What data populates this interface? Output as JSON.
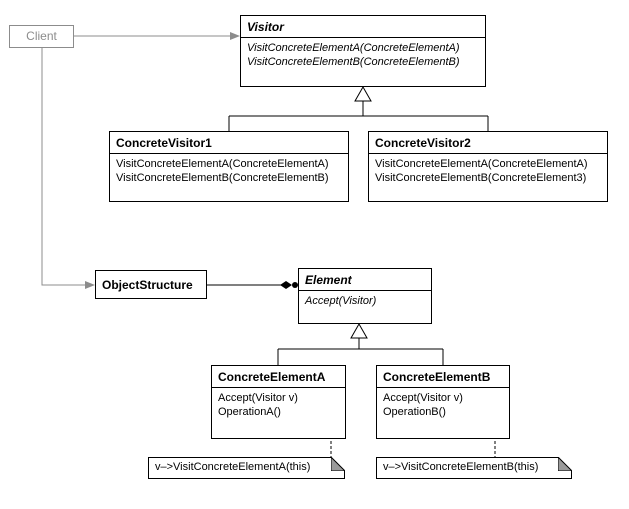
{
  "client": {
    "label": "Client"
  },
  "visitor": {
    "name": "Visitor",
    "operations": [
      "VisitConcreteElementA(ConcreteElementA)",
      "VisitConcreteElementB(ConcreteElementB)"
    ]
  },
  "concrete_visitor_1": {
    "name": "ConcreteVisitor1",
    "operations": [
      "VisitConcreteElementA(ConcreteElementA)",
      "VisitConcreteElementB(ConcreteElementB)"
    ]
  },
  "concrete_visitor_2": {
    "name": "ConcreteVisitor2",
    "operations": [
      "VisitConcreteElementA(ConcreteElementA)",
      "VisitConcreteElementB(ConcreteElement3)"
    ]
  },
  "object_structure": {
    "name": "ObjectStructure"
  },
  "element": {
    "name": "Element",
    "operations": [
      "Accept(Visitor)"
    ]
  },
  "concrete_element_a": {
    "name": "ConcreteElementA",
    "operations": [
      "Accept(Visitor v)",
      "OperationA()"
    ]
  },
  "concrete_element_b": {
    "name": "ConcreteElementB",
    "operations": [
      "Accept(Visitor v)",
      "OperationB()"
    ]
  },
  "note_a": {
    "text": "v–>VisitConcreteElementA(this)"
  },
  "note_b": {
    "text": "v–>VisitConcreteElementB(this)"
  },
  "colors": {
    "line": "#000000",
    "client_line": "#8c8c8c",
    "note_fold": "#9a9a9a"
  }
}
